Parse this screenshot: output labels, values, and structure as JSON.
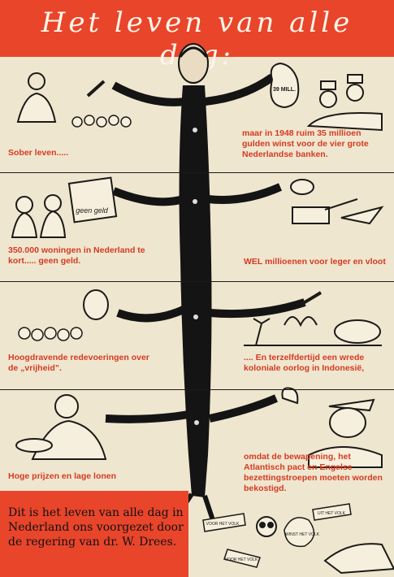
{
  "title": "Het leven van alle dag:",
  "panels": [
    {
      "left": "Sober leven.....",
      "right": "maar in 1948 ruim 35 millioen gulden winst voor de vier grote Nederlandse banken."
    },
    {
      "left": "350.000 woningen in Nederland te kort..... geen geld.",
      "right": "WEL millioenen voor leger en vloot"
    },
    {
      "left": "Hoogdravende redevoeringen over de „vrijheid”.",
      "right": ".... En terzelfdertijd een wrede koloniale oorlog in Indonesië,"
    },
    {
      "left": "Hoge prijzen en lage lonen",
      "right": "omdat de bewapening, het Atlantisch pact en Engelse bezettingstroepen moeten worden bekostigd."
    }
  ],
  "footer": "Dit is het leven van alle dag in Nederland ons voorgezet door de regering van dr. W. Drees.",
  "labels": {
    "moneybag": "39 MILL.",
    "sign": "geen geld",
    "tag_a": "VOOR HET VOLK",
    "tag_b": "UIT HET VOLK",
    "tag_c": "VOOR HET VOLK",
    "tag_d": "WINST HET VOLK"
  },
  "colors": {
    "accent": "#e8452b",
    "paper": "#efe6cf",
    "ink": "#1c1a17"
  }
}
